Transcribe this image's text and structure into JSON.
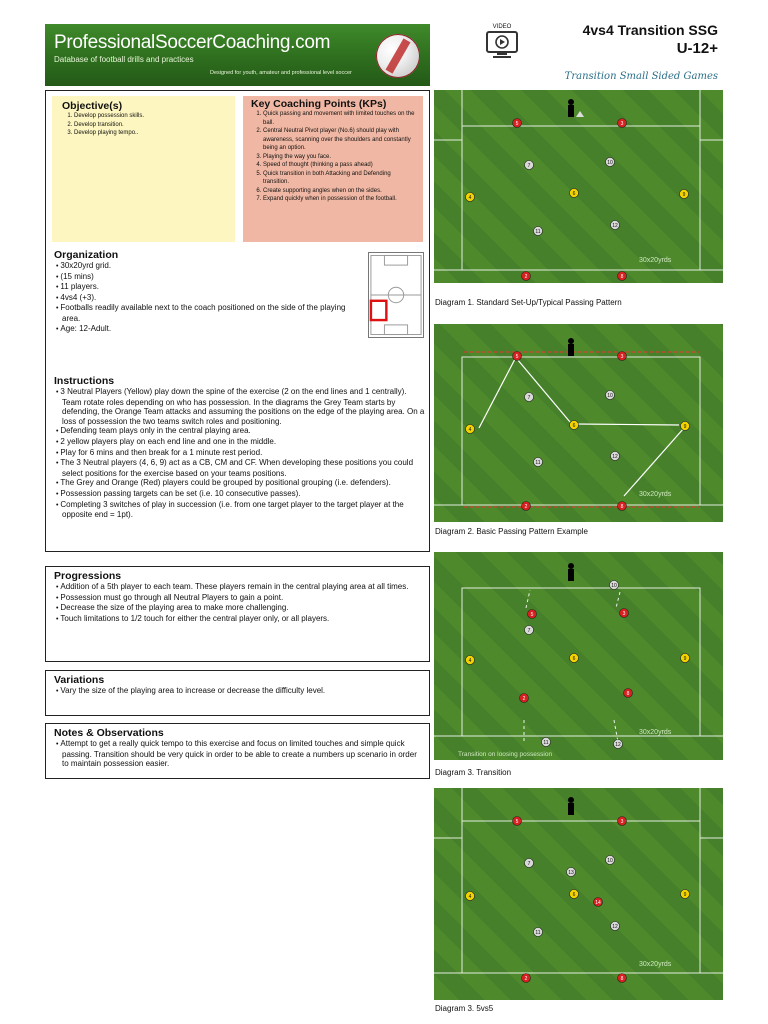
{
  "header": {
    "brand": "ProfessionalSoccerCoaching.com",
    "tagline": "Database of football drills and practices",
    "designed": "Designed for youth, amateur and professional level soccer",
    "video_label": "VIDEO",
    "title": "4vs4 Transition SSG",
    "age_group": "U-12+",
    "subtitle": "Transition Small Sided Games"
  },
  "objectives": {
    "heading": "Objective(s)",
    "items": [
      "Develop possession skills.",
      "Develop transition.",
      "Develop playing tempo.."
    ]
  },
  "key_points": {
    "heading": "Key Coaching Points (KPs)",
    "items": [
      "Quick passing and movement with limited touches on the ball.",
      "Central Neutral Pivot player (No.6) should play with awareness, scanning over the shoulders and constantly being an option.",
      "Playing the way you face.",
      "Speed of thought (thinking a pass ahead)",
      "Quick transition in both Attacking and Defending transition.",
      "Create supporting angles when on the sides.",
      "Expand quickly when in possession of the football."
    ]
  },
  "organization": {
    "heading": "Organization",
    "items": [
      "30x20yrd grid.",
      "(15 mins)",
      "11 players.",
      "4vs4 (+3).",
      "Footballs readily available next to the coach positioned on the side of the playing area.",
      "Age: 12-Adult."
    ]
  },
  "instructions": {
    "heading": "Instructions",
    "items": [
      "3 Neutral Players (Yellow) play down the spine of the exercise (2 on the end lines and 1 centrally). Team rotate roles depending on who has possession. In the diagrams the Grey Team starts by defending, the Orange Team attacks and assuming the positions on the edge of the playing area. On a loss of possession the two teams switch roles and positioning.",
      "Defending team plays only in the central playing area.",
      "2 yellow players play on each end line and one in the middle.",
      "Play for 6 mins and then break for a 1 minute rest period.",
      "The 3 Neutral players (4, 6, 9) act as a CB, CM and CF. When developing these positions you could select positions for the exercise based on your teams positions.",
      "The Grey and Orange (Red) players could be grouped by positional grouping (i.e. defenders).",
      "Possession passing targets can be set (i.e. 10 consecutive passes).",
      "Completing 3 switches of play in succession (i.e. from one target player to the target player at the opposite end = 1pt)."
    ]
  },
  "progressions": {
    "heading": "Progressions",
    "items": [
      "Addition of a 5th player to each team. These players remain in the central playing area at all times.",
      "Possession must go through all Neutral Players to gain a point.",
      "Decrease the size of the playing area to make more challenging.",
      "Touch limitations to 1/2 touch for either the central player only, or all players."
    ]
  },
  "variations": {
    "heading": "Variations",
    "items": [
      "Vary the size of the playing area to increase or decrease the difficulty level."
    ]
  },
  "notes": {
    "heading": "Notes & Observations",
    "items": [
      "Attempt to get a really quick tempo to this exercise and focus on limited touches and simple quick passing. Transition should be very quick in order to be able to create a numbers up scenario in order to maintain possession easier."
    ]
  },
  "diagrams": [
    {
      "caption": "Diagram 1. Standard Set-Up/Typical Passing Pattern",
      "grid_label": "30x20yrds"
    },
    {
      "caption": "Diagram 2. Basic Passing Pattern Example",
      "grid_label": "30x20yrds"
    },
    {
      "caption": "Diagram 3. Transition",
      "grid_label": "30x20yrds",
      "note": "Transition on loosing possession"
    },
    {
      "caption": "Diagram 3. 5vs5",
      "grid_label": "30x20yrds"
    }
  ],
  "colors": {
    "red_player": "#d82020",
    "grey_player": "#d8d8d8",
    "yellow_player": "#f3d200",
    "grass": "#4e8a2c"
  }
}
